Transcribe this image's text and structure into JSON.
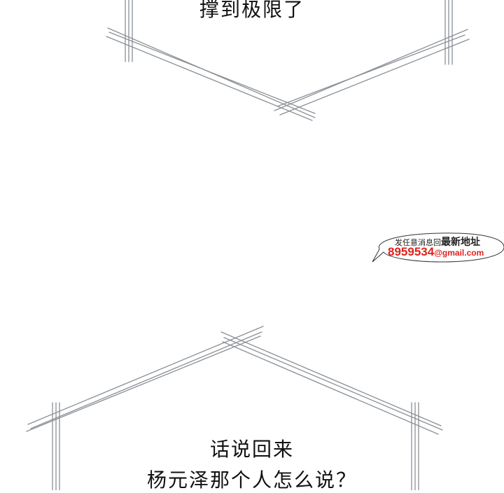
{
  "captions": {
    "top": "撑到极限了",
    "bottom_line1": "话说回来",
    "bottom_line2": "杨元泽那个人怎么说？"
  },
  "watermark": {
    "line1_small": "发任意消息回",
    "line1_big": "最新地址",
    "number": "8959534",
    "email_suffix": "@gmail.com"
  },
  "colors": {
    "frame_line": "#8a9096",
    "watermark_red": "#e0201b",
    "text": "#111111"
  }
}
